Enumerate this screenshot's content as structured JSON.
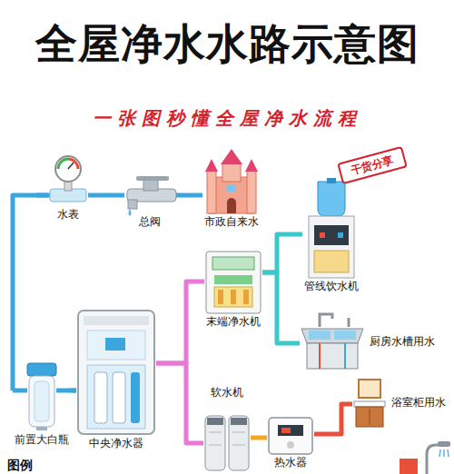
{
  "diagram": {
    "title": "全屋净水水路示意图",
    "nodes": [
      {
        "text": [
          "水表"
        ]
      },
      {
        "text": [
          "总阀"
        ]
      },
      {
        "text": [
          "市政自来水"
        ]
      },
      {
        "text": [
          "管线饮水机"
        ]
      },
      {
        "text": [
          "末端净水机"
        ]
      },
      {
        "text": [
          "厨房水槽用水"
        ]
      },
      {
        "text": [
          "浴室柜用水"
        ]
      },
      {
        "text": [
          "前置大白瓶"
        ]
      },
      {
        "text": [
          "中央净水器"
        ]
      },
      {
        "text": [
          "软水机"
        ]
      },
      {
        "text": [
          "热水器"
        ]
      }
    ],
    "edges": [
      {
        "from": 2,
        "to": 1,
        "arrow": "none"
      },
      {
        "from": 1,
        "to": 0,
        "arrow": "none"
      },
      {
        "from": 0,
        "to": 7,
        "arrow": "none"
      },
      {
        "from": 7,
        "to": 8,
        "arrow": "none"
      },
      {
        "from": 8,
        "to": 4,
        "arrow": "none"
      },
      {
        "from": 8,
        "to": 9,
        "arrow": "none"
      },
      {
        "from": 4,
        "to": 3,
        "arrow": "none"
      },
      {
        "from": 4,
        "to": 5,
        "arrow": "none"
      },
      {
        "from": 9,
        "to": 10,
        "arrow": "none"
      },
      {
        "from": 10,
        "to": 6,
        "arrow": "none"
      }
    ],
    "labels": [
      "一张图秒懂全屋净水流程",
      "干货分享",
      "图例"
    ]
  }
}
